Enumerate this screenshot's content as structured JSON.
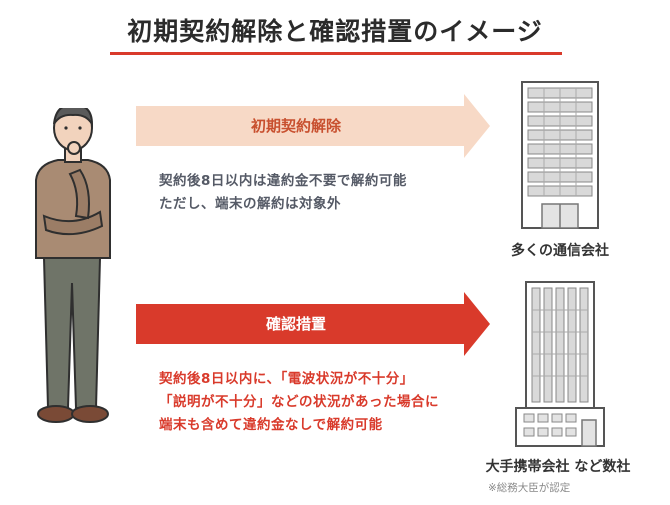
{
  "title": "初期契約解除と確認措置のイメージ",
  "colors": {
    "accent_red": "#d93a2b",
    "peach": "#f7d9c6",
    "peach_text": "#c8502f",
    "gray_text": "#555a66",
    "red_text": "#d93a2b"
  },
  "sections": [
    {
      "arrow_label": "初期契約解除",
      "lines": [
        "契約後8日以内は違約金不要で解約可能",
        "ただし、端末の解約は対象外"
      ],
      "building_label": "多くの通信会社"
    },
    {
      "arrow_label": "確認措置",
      "lines": [
        "契約後8日以内に、「電波状況が不十分」",
        "「説明が不十分」などの状況があった場合に",
        "端末も含めて違約金なしで解約可能"
      ],
      "building_label": "大手携帯会社 など数社"
    }
  ],
  "note": "※総務大臣が認定",
  "icons": [
    "thinking-person-icon",
    "small-office-building-icon",
    "tall-office-building-icon"
  ]
}
